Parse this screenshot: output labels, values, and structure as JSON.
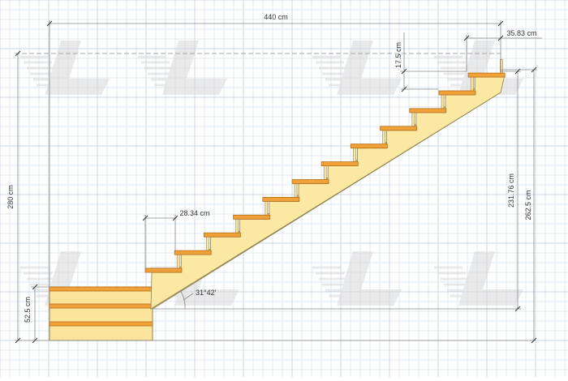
{
  "drawing": {
    "type": "stair-side-elevation",
    "steps_in_upper_flight": 12,
    "landing_boards": 3
  },
  "dimensions": {
    "total_length": "440 cm",
    "total_height": "280 cm",
    "landing_height": "52.5 cm",
    "tread_depth": "28.34 cm",
    "riser_height": "17.5 cm",
    "top_tread": "35.83 cm",
    "stringer_rise": "231.76 cm",
    "stair_rise": "262.5 cm",
    "pitch_angle": "31°42'"
  },
  "colors": {
    "background": "#ffffff",
    "grid_minor": "#dde7f2",
    "grid_major": "#c9d7e6",
    "stringer_fill": "#fbe9a3",
    "stringer_stroke": "#8f8150",
    "tread_fill": "#f0a238",
    "tread_stroke": "#b46d1a",
    "landing_fill": "#fbe59d",
    "dimension_line": "#8a8a8a",
    "dimension_text": "#333333",
    "watermark": "#d8d8d8"
  }
}
